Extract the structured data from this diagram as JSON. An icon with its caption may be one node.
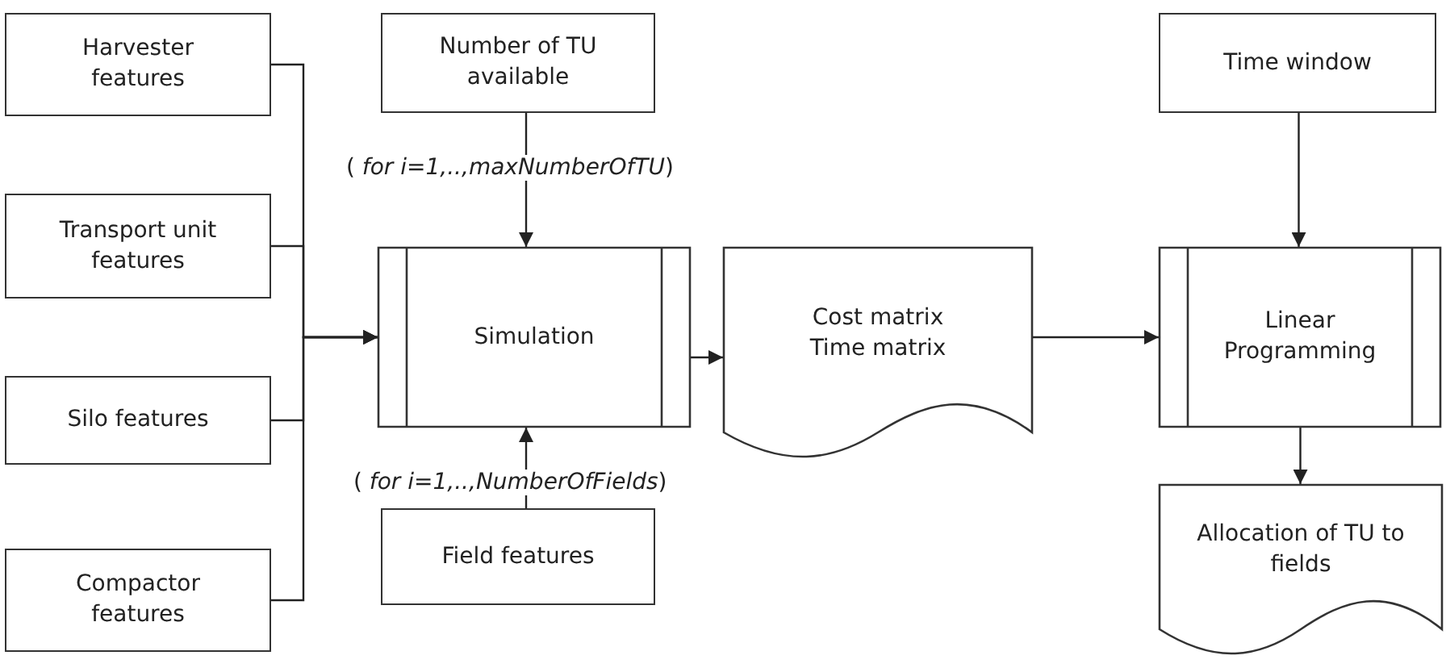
{
  "diagram": {
    "nodes": [
      {
        "text": [
          "Harvester features"
        ]
      },
      {
        "text": [
          "Transport unit features"
        ]
      },
      {
        "text": [
          "Silo features"
        ]
      },
      {
        "text": [
          "Compactor features"
        ]
      },
      {
        "text": [
          "Number of TU available"
        ]
      },
      {
        "text": [
          "Simulation"
        ]
      },
      {
        "text": [
          "Field features"
        ]
      },
      {
        "text": [
          "Cost matrix",
          "Time matrix"
        ]
      },
      {
        "text": [
          "Time window"
        ]
      },
      {
        "text": [
          "Linear Programming"
        ]
      },
      {
        "text": [
          "Allocation of TU to fields"
        ]
      }
    ],
    "edges": [
      {
        "from": 0,
        "to": 5,
        "arrow": "to"
      },
      {
        "from": 1,
        "to": 5,
        "arrow": "to"
      },
      {
        "from": 2,
        "to": 5,
        "arrow": "to"
      },
      {
        "from": 3,
        "to": 5,
        "arrow": "to"
      },
      {
        "from": 4,
        "to": 5,
        "arrow": "to"
      },
      {
        "from": 6,
        "to": 5,
        "arrow": "to"
      },
      {
        "from": 5,
        "to": 7,
        "arrow": "to"
      },
      {
        "from": 7,
        "to": 9,
        "arrow": "to"
      },
      {
        "from": 8,
        "to": 9,
        "arrow": "to"
      },
      {
        "from": 9,
        "to": 10,
        "arrow": "to"
      }
    ],
    "labels": [
      "( *for i=1,..,maxNumberOfTU*)",
      "( *for i=1,..,NumberOfFields*)"
    ]
  }
}
